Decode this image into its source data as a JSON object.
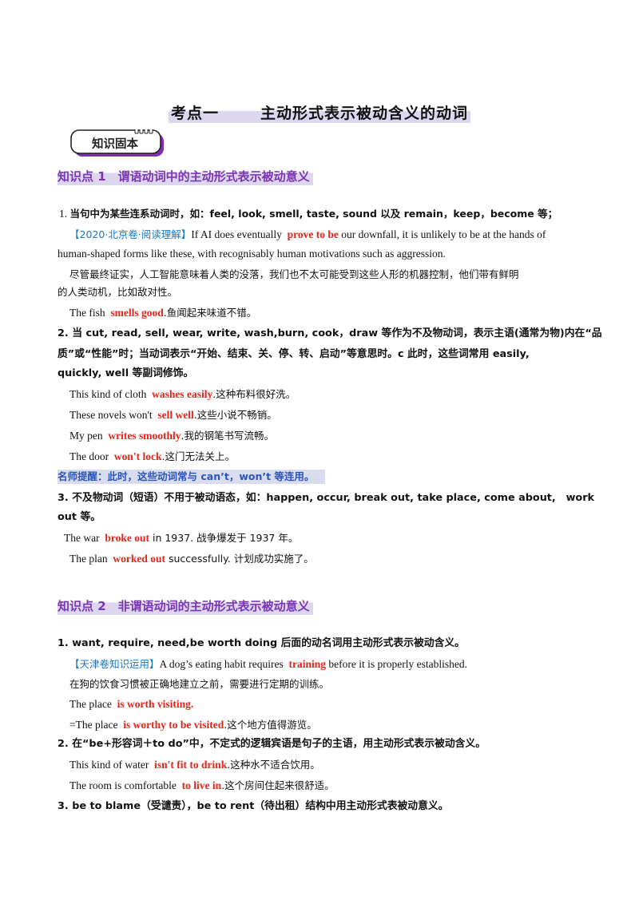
{
  "title": {
    "left": "考点一",
    "right": "主动形式表示被动含义的动词"
  },
  "badge": "知识固本",
  "sec1": {
    "head": "知识点 1　谓语动词中的主动形式表示被动意义",
    "p1": {
      "num": "1.",
      "text": "当句中为某些连系动词时，如：feel, look, smell, taste, sound 以及 remain，keep，become 等；"
    },
    "ex1": {
      "source": "【2020·北京卷·阅读理解】",
      "pre": "If AI does eventually",
      "hl": "prove to be",
      "post": " our downfall, it is unlikely to be at the hands of",
      "cont": "human-shaped forms like these, with recognisably human motivations such as aggression.",
      "cn1": "尽管最终证实，人工智能意味着人类的没落，我们也不太可能受到这些人形的机器控制，他们带有鲜明",
      "cn2": "的人类动机，比如敌对性。"
    },
    "ex2": {
      "pre": "The fish",
      "hl": "smells good",
      "post": ".鱼闻起来味道不错。"
    },
    "p2": {
      "l1": "2. 当 cut, read, sell, wear, write, wash,burn, cook，draw 等作为不及物动词，表示主语(通常为物)内在“品",
      "l2": "质”或“性能”时；当动词表示“开始、结束、关、停、转、启动”等意思时。c 此时，这些词常用 easily,",
      "l3": "quickly, well 等副词修饰。"
    },
    "ex3": [
      {
        "pre": "This kind of cloth",
        "hl": "washes easily",
        "post": ".这种布料很好洗。"
      },
      {
        "pre": "These novels won't",
        "hl": "sell well",
        "post": ".这些小说不畅销。"
      },
      {
        "pre": "My pen",
        "hl": "writes smoothly",
        "post": ".我的钢笔书写流畅。"
      },
      {
        "pre": "The door",
        "hl": "won't lock",
        "post": ".这门无法关上。"
      }
    ],
    "tip": "名师提醒：此时，这些动词常与 can’t，won’t 等连用。",
    "p3": {
      "l1": "3. 不及物动词（短语）不用于被动语态，如：happen, occur, break out, take place, come about,　work",
      "l2": "out 等。"
    },
    "ex4": {
      "pre": "The war",
      "hl": "broke out",
      "post": " in 1937. 战争爆发于 1937 年。"
    },
    "ex5": {
      "pre": "The plan",
      "hl": "worked out",
      "post": " successfully. 计划成功实施了。"
    }
  },
  "sec2": {
    "head": "知识点 2　非谓语动词的主动形式表示被动意义",
    "p1": "1.  want, require, need,be worth doing 后面的动名词用主动形式表示被动含义。",
    "ex1": {
      "source": "【天津卷知识运用】",
      "pre": "A dog’s eating habit requires",
      "hl": "training",
      "post": " before it is properly established.",
      "cn": "在狗的饮食习惯被正确地建立之前，需要进行定期的训练。"
    },
    "ex2": {
      "pre": "The place",
      "hl": "is worth visiting."
    },
    "ex3": {
      "pre": "=The place",
      "hl": "is worthy to be visited",
      "post": ".这个地方值得游览。"
    },
    "p2": "2. 在“be+形容词＋to do”中，不定式的逻辑宾语是句子的主语，用主动形式表示被动含义。",
    "ex4": {
      "pre": "This kind of water",
      "hl": "isn't fit to drink",
      "post": ".这种水不适合饮用。"
    },
    "ex5": {
      "pre": "The room is comfortable",
      "hl": "to live in",
      "post": ".这个房间住起来很舒适。"
    },
    "p3": "3.  be to blame（受谴责），be to rent（待出租）结构中用主动形式表被动意义。"
  }
}
